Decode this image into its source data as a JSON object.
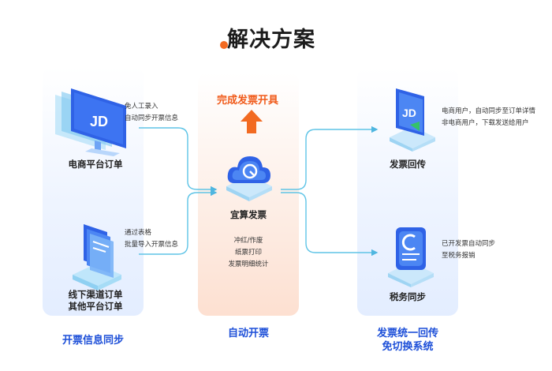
{
  "title": "解决方案",
  "left": {
    "top_item": {
      "label": "电商平台订单",
      "notes": [
        "免人工录入",
        "自动同步开票信息"
      ],
      "icon_text": "JD"
    },
    "bottom_item": {
      "label_line1": "线下渠道订单",
      "label_line2": "其他平台订单",
      "notes": [
        "通过表格",
        "批量导入开票信息"
      ]
    },
    "footer": "开票信息同步"
  },
  "middle": {
    "top_title": "完成发票开具",
    "product_label": "宜算发票",
    "features": [
      "冲红/作废",
      "纸票打印",
      "发票明细统计"
    ],
    "footer": "自动开票"
  },
  "right": {
    "top_item": {
      "label": "发票回传",
      "notes": [
        "电商用户，自动同步至订单详情",
        "非电商用户，下载发送给用户"
      ],
      "icon_text": "JD"
    },
    "bottom_item": {
      "label": "税务同步",
      "notes": [
        "已开发票自动同步",
        "至税务报销"
      ]
    },
    "footer_line1": "发票统一回传",
    "footer_line2": "免切换系统"
  },
  "colors": {
    "accent_blue": "#1d4fd8",
    "accent_orange": "#f05a1a",
    "connector": "#5fc4e6"
  }
}
